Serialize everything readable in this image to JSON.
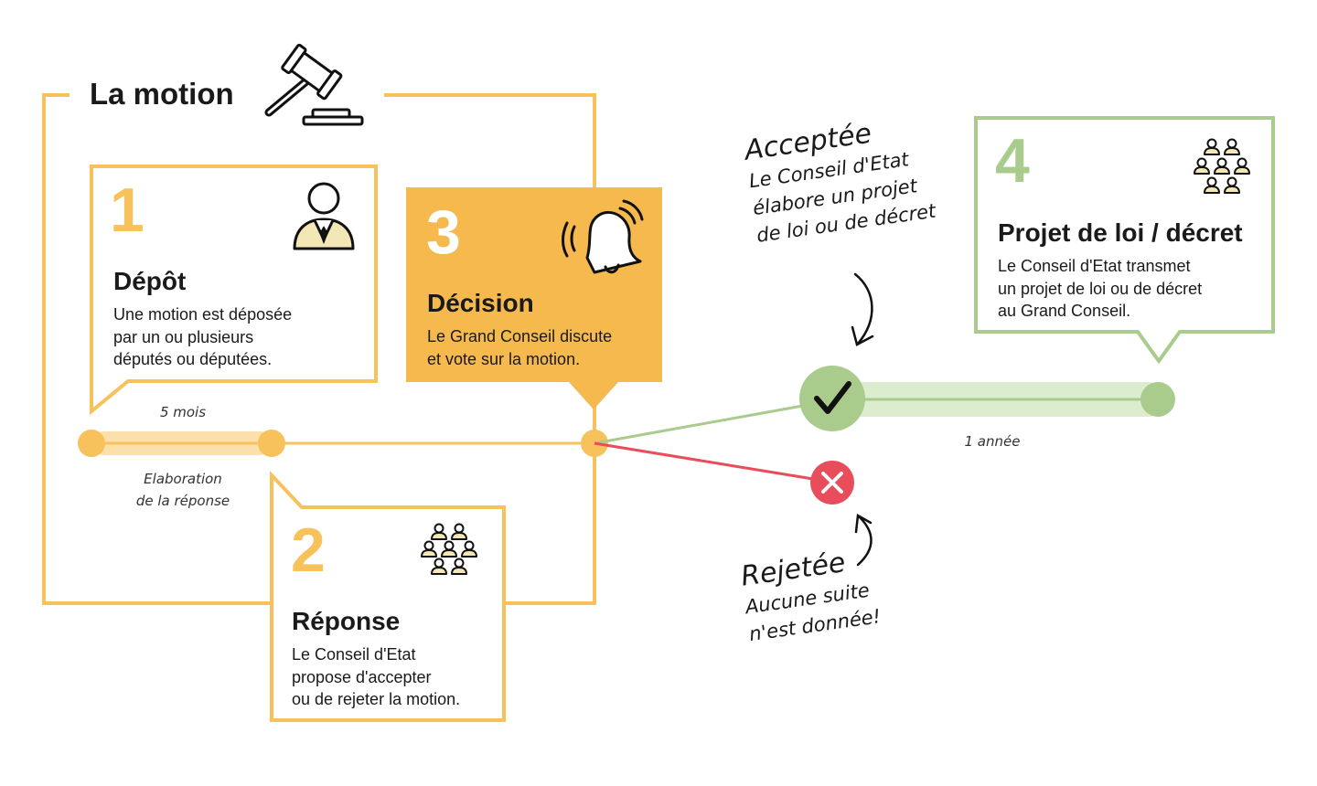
{
  "title": "La motion",
  "steps": {
    "depot": {
      "number": "1",
      "heading": "Dépôt",
      "lines": [
        "Une motion est déposée",
        "par un ou plusieurs",
        "députés ou députées."
      ]
    },
    "reponse": {
      "number": "2",
      "heading": "Réponse",
      "lines": [
        "Le Conseil d'Etat",
        "propose d'accepter",
        "ou de rejeter la motion."
      ]
    },
    "decision": {
      "number": "3",
      "heading": "Décision",
      "lines": [
        "Le Grand Conseil discute",
        "et vote sur la motion."
      ]
    },
    "projet": {
      "number": "4",
      "heading": "Projet de loi / décret",
      "lines": [
        "Le Conseil d'Etat transmet",
        "un projet de loi ou de décret",
        "au Grand Conseil."
      ]
    }
  },
  "timeline": {
    "duration_1": "5 mois",
    "phase_label": [
      "Elaboration",
      "de la réponse"
    ],
    "duration_2": "1 année"
  },
  "outcomes": {
    "accepted": {
      "title": "Acceptée",
      "lines": [
        "Le Conseil d'Etat",
        "élabore un projet",
        "de loi ou de décret"
      ]
    },
    "rejected": {
      "title": "Rejetée",
      "lines": [
        "Aucune suite",
        "n'est donnée!"
      ]
    }
  },
  "colors": {
    "yellow": "#f7c25c",
    "orange": "#f6b94e",
    "green": "#a9cc8d",
    "red": "#e84d5b",
    "icon_fill": "#f3e7b5"
  },
  "icons": [
    "gavel-icon",
    "person-icon",
    "bell-icon",
    "group-icon",
    "check-icon",
    "cross-icon",
    "arrow-icon"
  ]
}
